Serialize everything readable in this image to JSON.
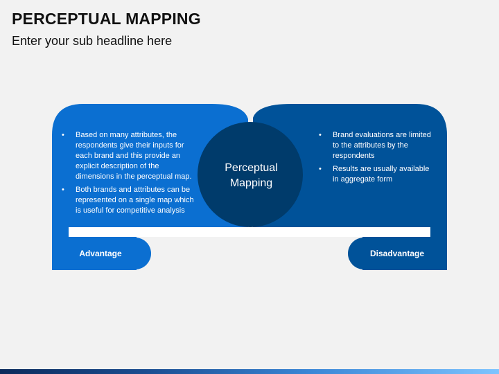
{
  "header": {
    "title": "PERCEPTUAL MAPPING",
    "subtitle": "Enter your sub headline here"
  },
  "diagram": {
    "center": {
      "line1": "Perceptual",
      "line2": "Mapping"
    },
    "advantage": {
      "label": "Advantage",
      "bullets": [
        "Based on many attributes, the respondents give their inputs for each brand and this provide an explicit description of the dimensions in the perceptual map.",
        "Both brands and attributes can be represented on a single map which is useful for competitive analysis"
      ]
    },
    "disadvantage": {
      "label": "Disadvantage",
      "bullets": [
        "Brand evaluations are limited to the attributes by the respondents",
        "Results are usually available in aggregate form"
      ]
    },
    "colors": {
      "left_panel": "#0b6fd1",
      "right_panel": "#005299",
      "center_circle": "#003b6b",
      "strip": "#ffffff"
    }
  }
}
